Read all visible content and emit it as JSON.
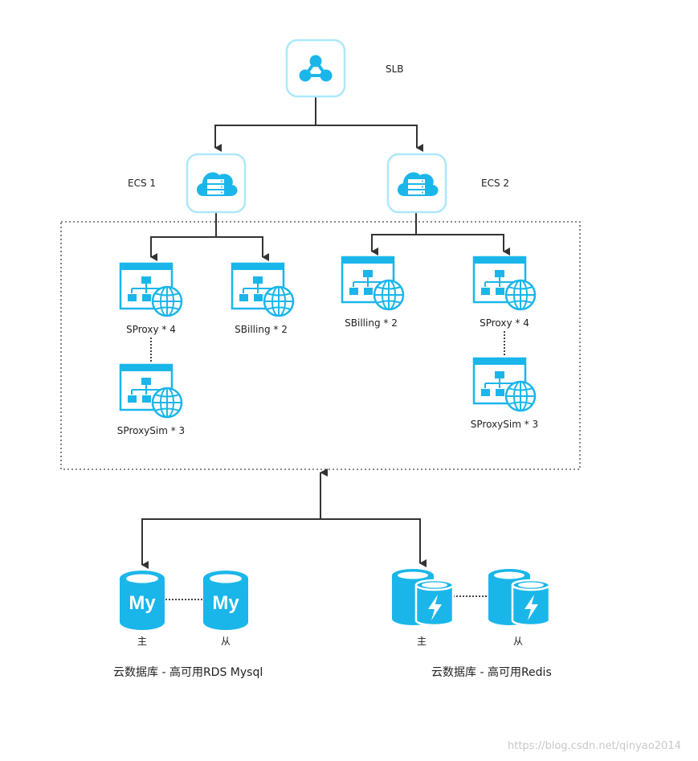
{
  "slb": {
    "label": "SLB"
  },
  "ecs": [
    {
      "label": "ECS 1"
    },
    {
      "label": "ECS 2"
    }
  ],
  "ecs1_services": {
    "sproxy": "SProxy * 4",
    "sbilling": "SBilling *  2",
    "sproxysim": "SProxySim * 3"
  },
  "ecs2_services": {
    "sbilling": "SBilling *  2",
    "sproxy": "SProxy * 4",
    "sproxysim": "SProxySim * 3"
  },
  "mysql": {
    "icon_text": "My",
    "master": "主",
    "slave": "从",
    "caption": "云数据库 - 高可用RDS Mysql"
  },
  "redis": {
    "master": "主",
    "slave": "从",
    "caption": "云数据库 - 高可用Redis"
  },
  "watermark": "https://blog.csdn.net/qinyao2014",
  "colors": {
    "accent": "#1ab6ea",
    "frame": "#ade8fa",
    "line": "#333333",
    "dotted": "#444444"
  }
}
